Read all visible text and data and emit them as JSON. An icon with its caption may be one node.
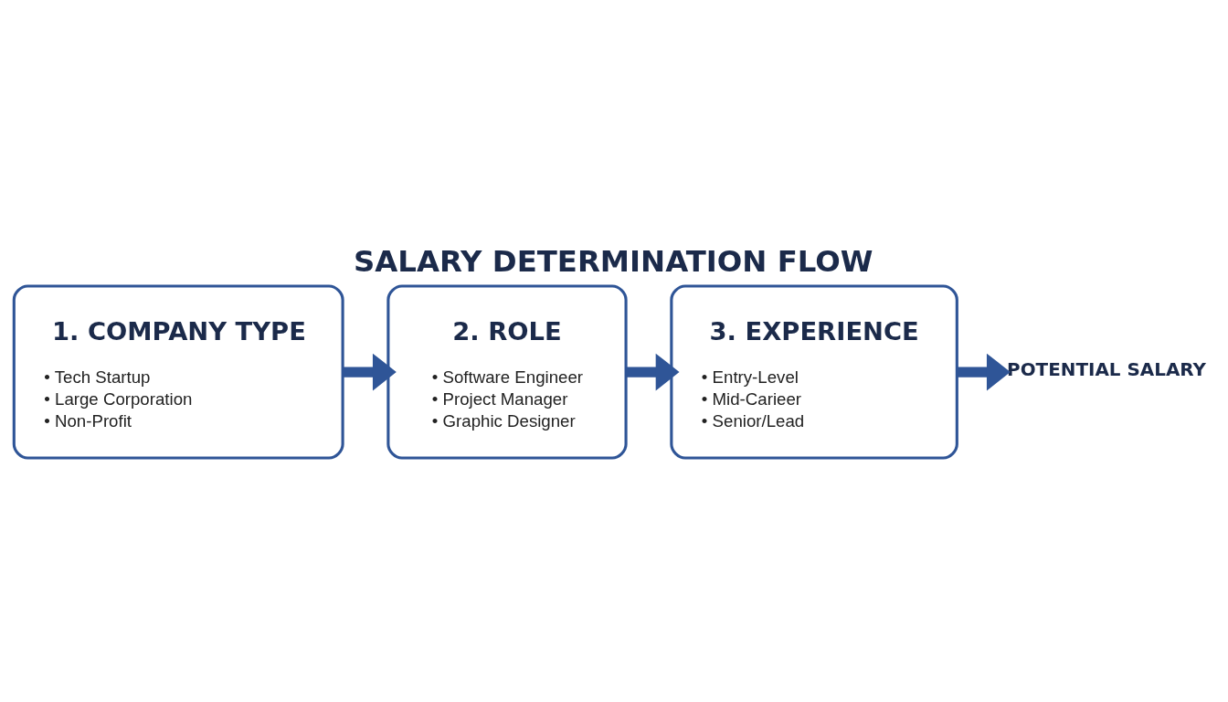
{
  "diagram": {
    "title": "SALARY DETERMINATION FLOW",
    "nodes": [
      {
        "text": [
          "1. COMPANY TYPE",
          "• Tech Startup",
          "• Large Corporation",
          "• Non-Profit"
        ]
      },
      {
        "text": [
          "2. ROLE",
          "• Software Engineer",
          "• Project Manager",
          "• Graphic Designer"
        ]
      },
      {
        "text": [
          "3. EXPERIENCE",
          "• Entry-Level",
          "• Mid-Carieer",
          "• Senior/Lead"
        ]
      },
      {
        "text": [
          "POTENTIAL SALARY"
        ]
      }
    ],
    "edges": [
      {
        "from": 0,
        "to": 1,
        "arrow": "to"
      },
      {
        "from": 1,
        "to": 2,
        "arrow": "to"
      },
      {
        "from": 2,
        "to": 3,
        "arrow": "to"
      }
    ]
  }
}
